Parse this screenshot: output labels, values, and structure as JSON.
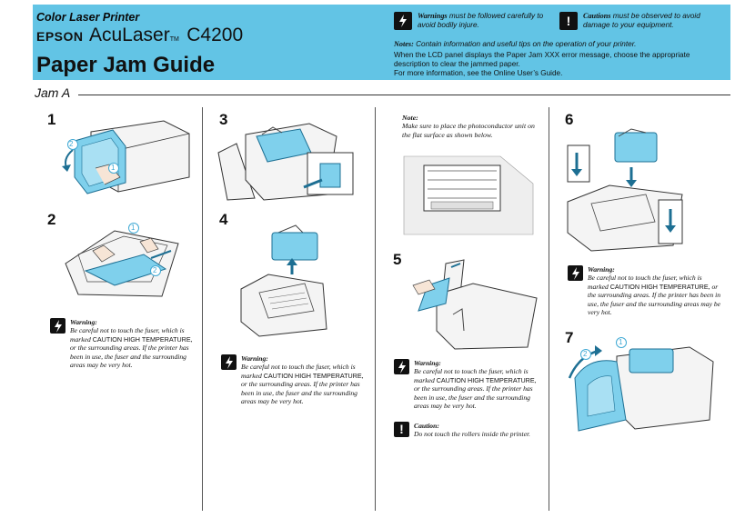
{
  "header": {
    "subtitle": "Color Laser Printer",
    "brand": "EPSON",
    "product": "AcuLaser",
    "tm": "TM",
    "model": "C4200",
    "title": "Paper Jam Guide",
    "warnings_label": "Warnings",
    "warnings_text": " must be followed carefully to avoid bodily injure.",
    "cautions_label": "Cautions",
    "cautions_text": " must be observed to avoid damage to your equipment.",
    "notes_label": "Notes:",
    "notes_text": " Contain information and useful tips on the operation of your printer.",
    "info_1": "When the LCD panel displays the Paper Jam XXX error message, choose the appropriate description to clear the jammed paper.",
    "info_2": "For more information, see the Online User’s Guide."
  },
  "section": {
    "label": "Jam A"
  },
  "steps": {
    "s1": "1",
    "s2": "2",
    "s3": "3",
    "s4": "4",
    "s5": "5",
    "s6": "6",
    "s7": "7"
  },
  "callouts": {
    "one": "1",
    "two": "2"
  },
  "warning": {
    "label": "Warning:",
    "pre": "Be careful not to touch the fuser, which is marked ",
    "caps": "CAUTION HIGH TEMPERATURE",
    "post": ", or the surrounding areas. If the printer has been in use, the fuser and the surrounding areas may be very hot."
  },
  "note": {
    "label": "Note:",
    "text": "Make sure to place the photoconductor unit on the flat surface as shown below."
  },
  "caution": {
    "label": "Caution:",
    "text": "Do not touch the rollers inside the printer."
  },
  "colors": {
    "header_bg": "#62c4e5",
    "accent": "#3fa9d4",
    "line": "#333333"
  },
  "icons": {
    "warning": "lightning-icon",
    "caution": "exclamation-icon"
  }
}
